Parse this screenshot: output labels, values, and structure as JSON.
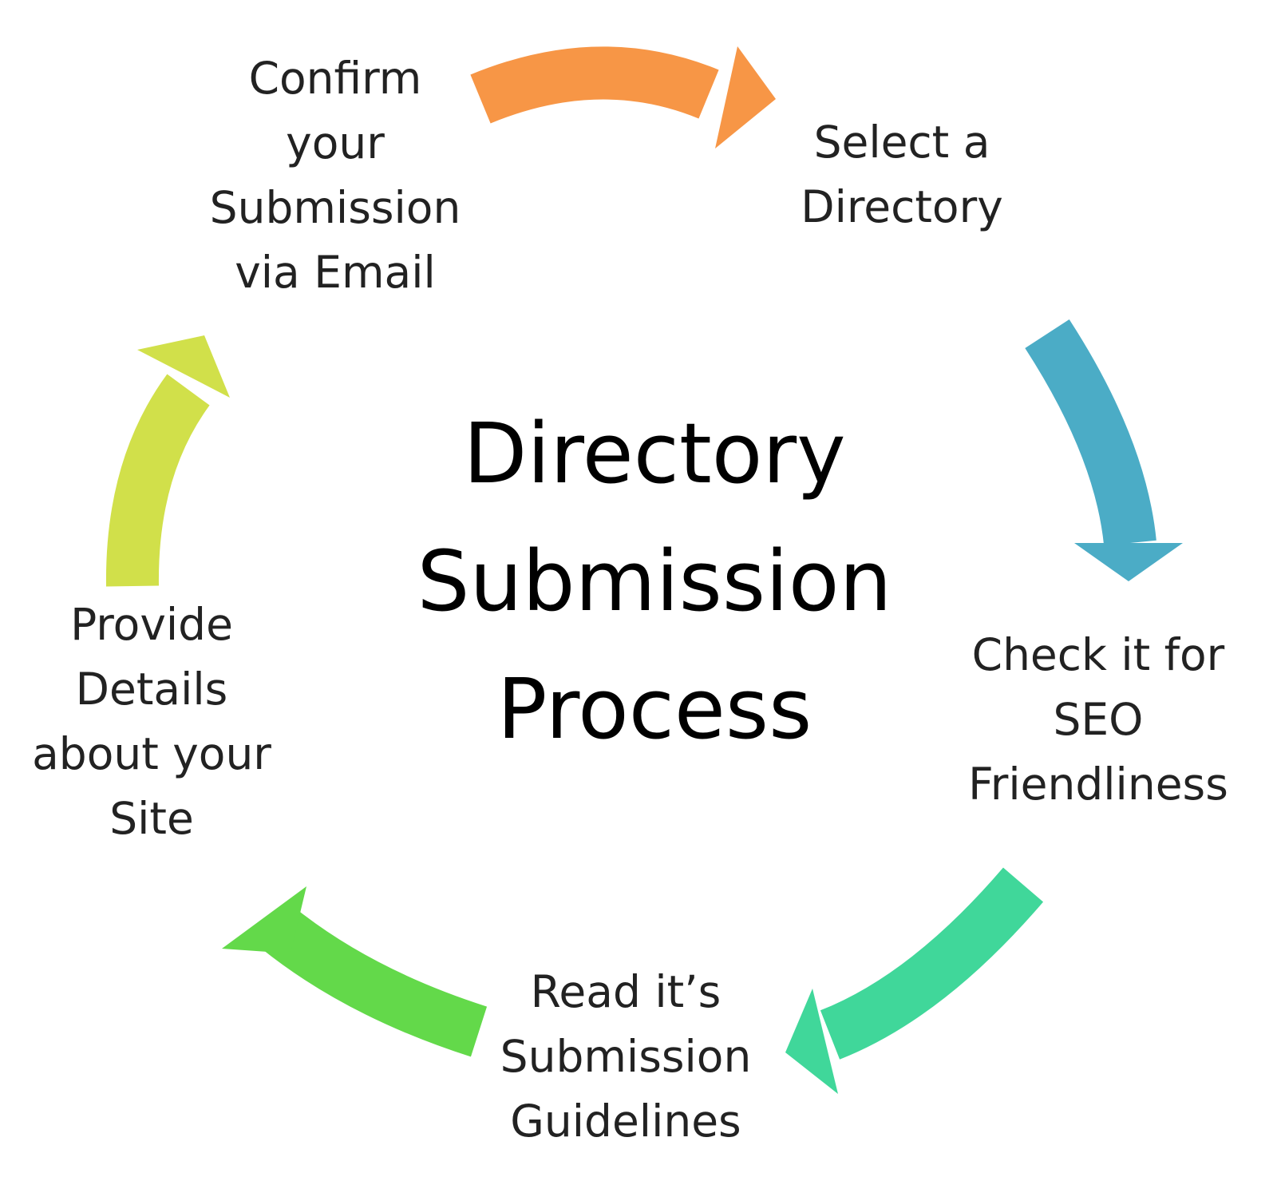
{
  "title": "Directory\nSubmission\nProcess",
  "steps": [
    {
      "label": "Select a\nDirectory"
    },
    {
      "label": "Check it for\nSEO\nFriendliness"
    },
    {
      "label": "Read it’s\nSubmission\nGuidelines"
    },
    {
      "label": "Provide\nDetails\nabout your\nSite"
    },
    {
      "label": "Confirm\nyour\nSubmission\nvia Email"
    }
  ],
  "arrows": [
    {
      "name": "arrow-confirm-to-select",
      "color": "#F79646"
    },
    {
      "name": "arrow-select-to-check",
      "color": "#4BACC6"
    },
    {
      "name": "arrow-check-to-read",
      "color": "#40D79A"
    },
    {
      "name": "arrow-read-to-provide",
      "color": "#63D94A"
    },
    {
      "name": "arrow-provide-to-confirm",
      "color": "#D1E04A"
    }
  ]
}
